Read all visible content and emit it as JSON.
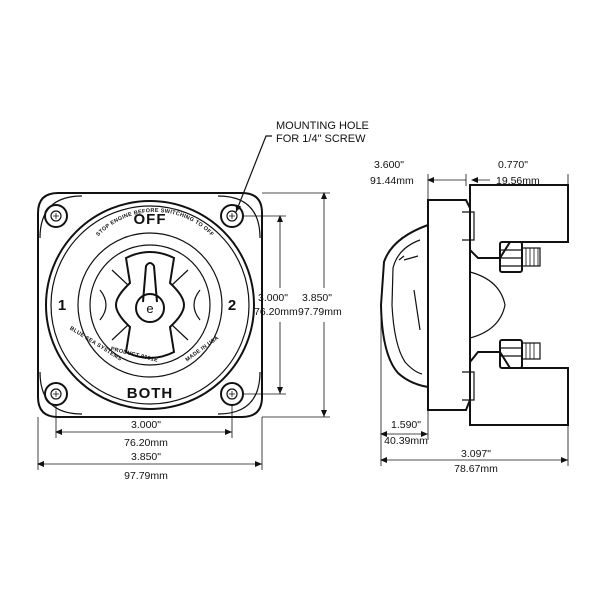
{
  "callout": {
    "line1": "MOUNTING HOLE",
    "line2": "FOR 1/4\" SCREW"
  },
  "front": {
    "labels": {
      "off": "OFF",
      "both": "BOTH",
      "pos1": "1",
      "pos2": "2",
      "ring_top": "STOP ENGINE BEFORE SWITCHING TO OFF",
      "ring_left": "BLUE SEA SYSTEMS",
      "ring_mid": "PRODUCT 9001E",
      "ring_right": "MADE IN USA"
    },
    "dims": {
      "inner_h_in": "3.000\"",
      "inner_h_mm": "76.20mm",
      "outer_h_in": "3.850\"",
      "outer_h_mm": "97.79mm",
      "inner_w_in": "3.000\"",
      "inner_w_mm": "76.20mm",
      "outer_w_in": "3.850\"",
      "outer_w_mm": "97.79mm"
    }
  },
  "side": {
    "dims": {
      "depth_in": "3.600\"",
      "depth_mm": "91.44mm",
      "stud_in": "0.770\"",
      "stud_mm": "19.56mm",
      "knob_in": "1.590\"",
      "knob_mm": "40.39mm",
      "total_in": "3.097\"",
      "total_mm": "78.67mm"
    }
  }
}
